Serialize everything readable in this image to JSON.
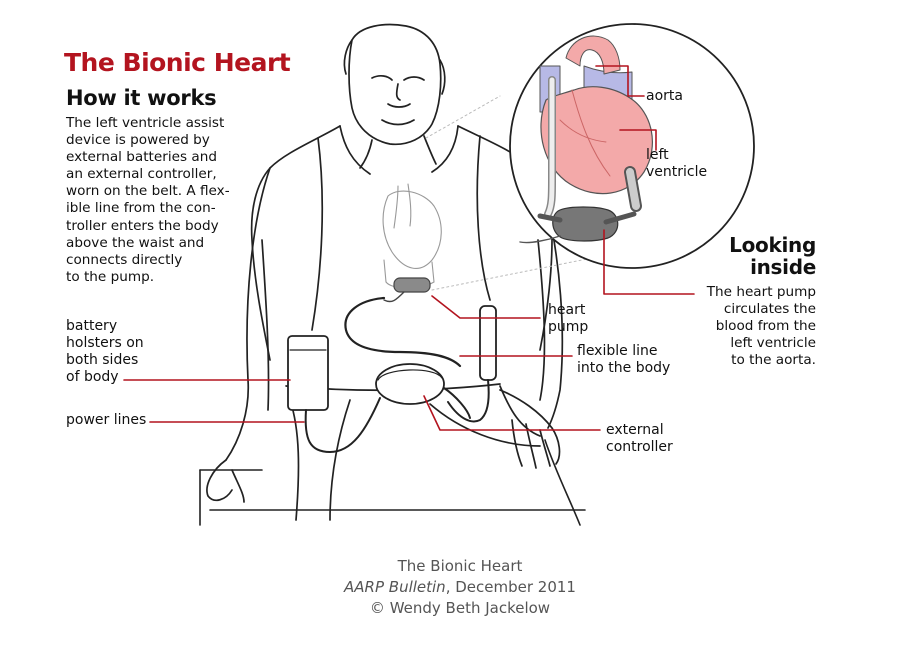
{
  "header": {
    "title": "The Bionic Heart",
    "subtitle": "How it works"
  },
  "description": {
    "lines": [
      "The left ventricle assist",
      "device is powered by",
      "external batteries and",
      "an external controller,",
      "worn on the belt. A flex-",
      "ible line from the con-",
      "troller enters the body",
      "above the waist and",
      "connects  directly",
      "to the pump."
    ]
  },
  "labels": {
    "aorta": [
      "aorta"
    ],
    "left_ventricle": [
      "left",
      "ventricle"
    ],
    "heart_pump": [
      "heart",
      "pump"
    ],
    "flexible_line": [
      "flexible line",
      "into the body"
    ],
    "external_controller": [
      "external",
      "controller"
    ],
    "battery_holsters": [
      "battery",
      "holsters on",
      "both sides",
      "of body"
    ],
    "power_lines": [
      "power lines"
    ]
  },
  "looking_inside": {
    "heading": [
      "Looking",
      "inside"
    ],
    "text": [
      "The heart pump",
      "circulates the",
      "blood from the",
      "left ventricle",
      "to the aorta."
    ]
  },
  "caption": {
    "line1": "The Bionic Heart",
    "line2_italic": "AARP Bulletin",
    "line2_rest": ", December 2011",
    "line3": "© Wendy Beth Jackelow"
  },
  "colors": {
    "accent_red": "#b3141f",
    "heart_pink": "#f3a9a9",
    "vessel_blue": "#b7b9e6",
    "pump_gray": "#777777",
    "caption_gray": "#555555"
  }
}
